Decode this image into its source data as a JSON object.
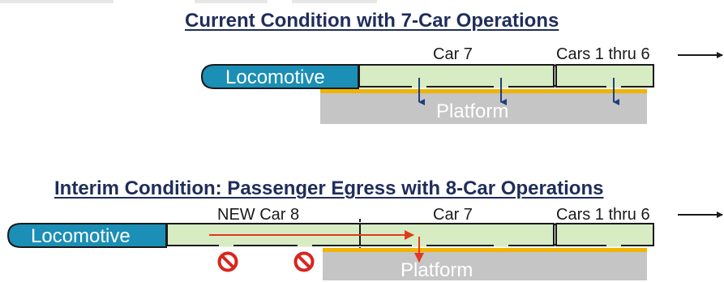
{
  "current": {
    "title": "Current Condition with 7-Car Operations",
    "locomotive_label": "Locomotive",
    "car7_label": "Car 7",
    "cars_label": "Cars 1 thru 6",
    "platform_label": "Platform"
  },
  "interim": {
    "title": "Interim Condition: Passenger Egress with 8-Car Operations",
    "locomotive_label": "Locomotive",
    "new_car_label": "NEW Car 8",
    "car7_label": "Car 7",
    "cars_label": "Cars 1 thru 6",
    "platform_label": "Platform"
  },
  "colors": {
    "locomotive": "#1b8fb5",
    "car_fill": "#d8ecc4",
    "platform": "#c5c5c5",
    "platform_edge": "#f0b400",
    "title": "#1f2d5a",
    "egress_arrow": "#e03a1e",
    "door_arrow": "#1f3f7a",
    "no_entry": "#d7261e"
  }
}
